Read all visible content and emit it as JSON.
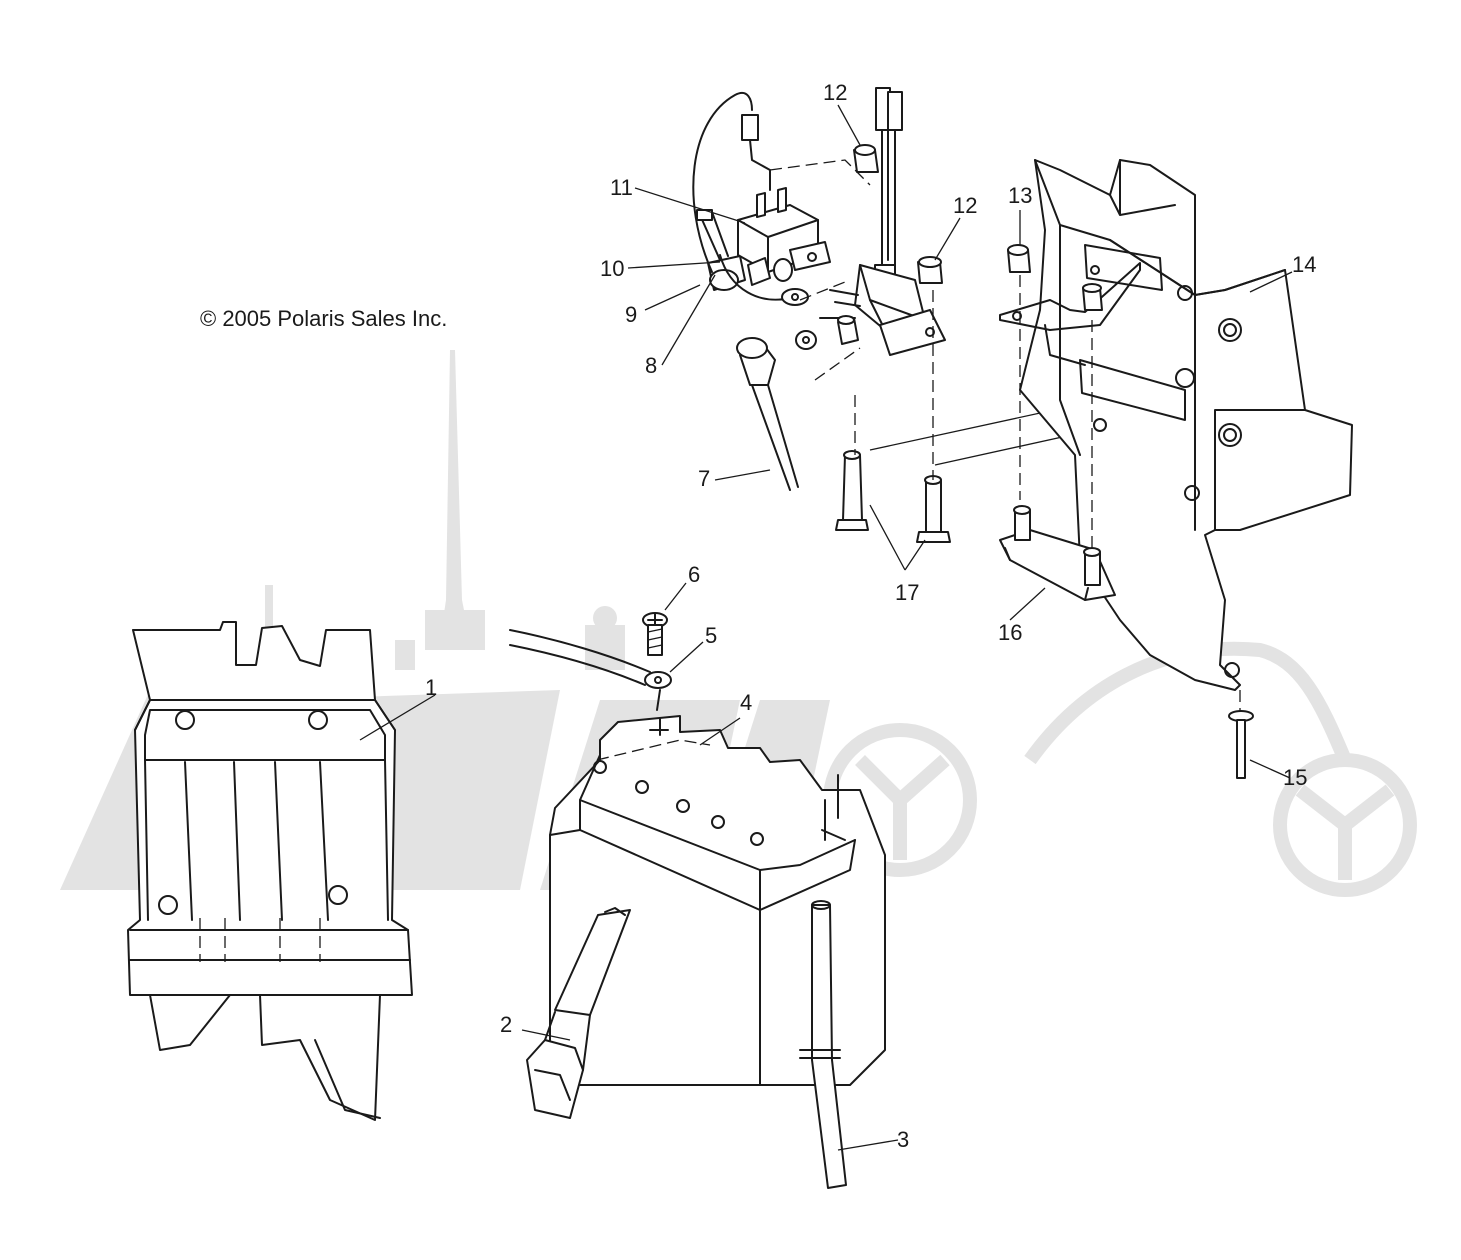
{
  "copyright": "© 2005 Polaris Sales Inc.",
  "callouts": [
    {
      "id": "c1",
      "label": "1"
    },
    {
      "id": "c2",
      "label": "2"
    },
    {
      "id": "c3",
      "label": "3"
    },
    {
      "id": "c4",
      "label": "4"
    },
    {
      "id": "c5",
      "label": "5"
    },
    {
      "id": "c6",
      "label": "6"
    },
    {
      "id": "c7",
      "label": "7"
    },
    {
      "id": "c8",
      "label": "8"
    },
    {
      "id": "c9",
      "label": "9"
    },
    {
      "id": "c10",
      "label": "10"
    },
    {
      "id": "c11",
      "label": "11"
    },
    {
      "id": "c12a",
      "label": "12"
    },
    {
      "id": "c12b",
      "label": "12"
    },
    {
      "id": "c13",
      "label": "13"
    },
    {
      "id": "c14",
      "label": "14"
    },
    {
      "id": "c15",
      "label": "15"
    },
    {
      "id": "c16",
      "label": "16"
    },
    {
      "id": "c17",
      "label": "17"
    }
  ],
  "colors": {
    "line": "#1a1a1a",
    "watermark": "#e3e3e3",
    "background": "#ffffff"
  }
}
